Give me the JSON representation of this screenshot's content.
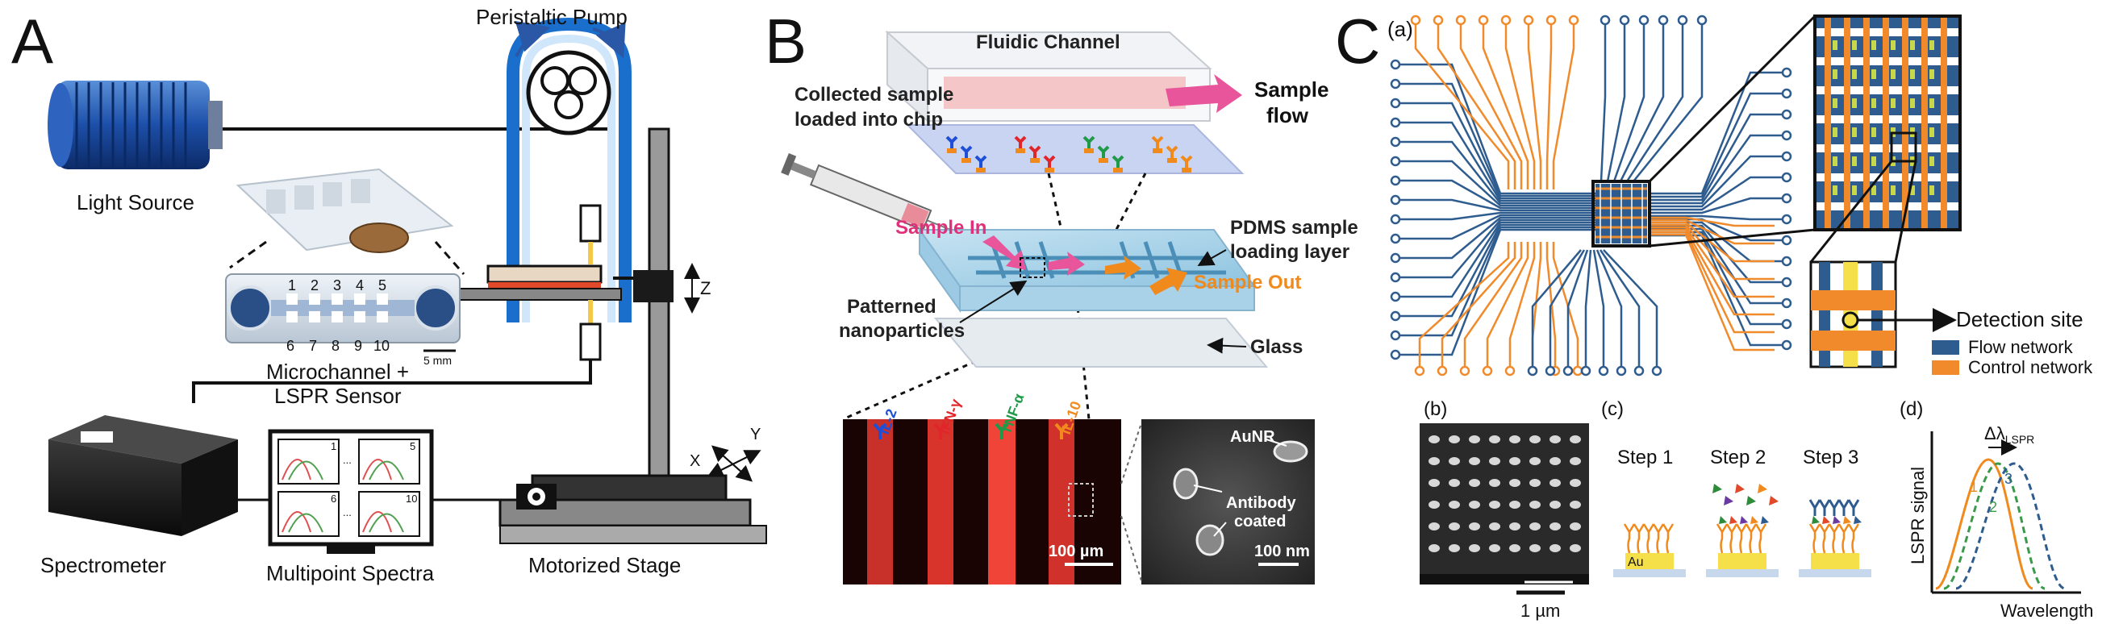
{
  "panels": {
    "a": {
      "letter": "A",
      "light_source": "Light Source",
      "pump": "Peristaltic Pump",
      "sensor_line1": "Microchannel +",
      "sensor_line2": "LSPR Sensor",
      "scale_bar": "5 mm",
      "channel_numbers_top": [
        "1",
        "2",
        "3",
        "4",
        "5"
      ],
      "channel_numbers_bottom": [
        "6",
        "7",
        "8",
        "9",
        "10"
      ],
      "z_axis": "Z",
      "x_axis": "X",
      "y_axis": "Y",
      "spectrometer": "Spectrometer",
      "spectra": "Multipoint Spectra",
      "stage": "Motorized Stage",
      "spectra_numbers": [
        "1",
        "5",
        "6",
        "10"
      ],
      "dots": "..."
    },
    "b": {
      "letter": "B",
      "fluidic_channel": "Fluidic Channel",
      "sample_flow_1": "Sample",
      "sample_flow_2": "flow",
      "collected_1": "Collected sample",
      "collected_2": "loaded into chip",
      "sample_in": "Sample In",
      "pdms_1": "PDMS sample",
      "pdms_2": "loading layer",
      "sample_out": "Sample Out",
      "patterned_1": "Patterned",
      "patterned_2": "nanoparticles",
      "glass": "Glass",
      "cytokines": [
        "IL-2",
        "IFN-γ",
        "TNF-α",
        "IL-10"
      ],
      "cytokine_colors": [
        "#1e4fd6",
        "#e0262a",
        "#1f9a48",
        "#f08a1c"
      ],
      "scale_left": "100 µm",
      "aunr": "AuNR",
      "antibody_1": "Antibody",
      "antibody_2": "coated",
      "scale_right": "100 nm"
    },
    "c": {
      "letter": "C",
      "sub_a": "(a)",
      "sub_b": "(b)",
      "sub_c": "(c)",
      "sub_d": "(d)",
      "detection_site": "Detection site",
      "flow_network": "Flow network",
      "control_network": "Control network",
      "flow_color": "#2e5c8e",
      "control_color": "#f08a2a",
      "sem_scale": "1 µm",
      "step1": "Step 1",
      "step2": "Step 2",
      "step3": "Step 3",
      "au": "Au",
      "delta": "Δλ",
      "delta_sub": "LSPR",
      "ylabel": "LSPR signal",
      "xlabel": "Wavelength",
      "curve_labels": [
        "1",
        "2",
        "3"
      ]
    }
  }
}
